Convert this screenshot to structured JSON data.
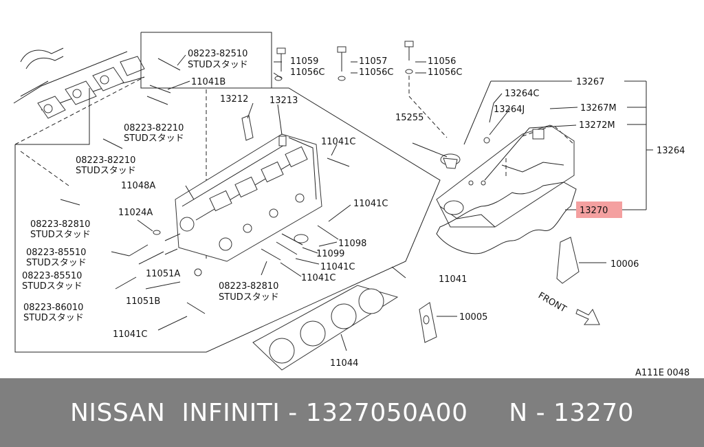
{
  "diagram": {
    "code": "A111E 0048",
    "front_label": "FRONT",
    "highlight_color": "#f4a0a0",
    "labels": {
      "l_08223_82510": "08223-82510",
      "l_stud1": "STUDスタッド",
      "l_11041B": "11041B",
      "l_08223_82210a": "08223-82210",
      "l_stud2": "STUDスタッド",
      "l_08223_82210b": "08223-82210",
      "l_stud3": "STUDスタッド",
      "l_08223_82810a": "08223-82810",
      "l_stud4": "STUDスタッド",
      "l_08223_85510a": "08223-85510",
      "l_stud5": "STUDスタッド",
      "l_08223_85510b": "08223-85510",
      "l_stud6": "STUDスタッド",
      "l_08223_86010": "08223-86010",
      "l_stud7": "STUDスタッド",
      "l_11041C_a": "11041C",
      "l_11051B": "11051B",
      "l_11051A": "11051A",
      "l_11024A": "11024A",
      "l_11048A": "11048A",
      "l_13212": "13212",
      "l_13213": "13213",
      "l_11059": "11059",
      "l_11056C_a": "11056C",
      "l_11057": "11057",
      "l_11056C_b": "11056C",
      "l_11056": "11056",
      "l_11056C_c": "11056C",
      "l_15255": "15255",
      "l_11041C_b": "11041C",
      "l_11041C_c": "11041C",
      "l_11098": "11098",
      "l_11099": "11099",
      "l_11041C_d": "11041C",
      "l_11041C_e": "11041C",
      "l_08223_82810b": "08223-82810",
      "l_stud8": "STUDスタッド",
      "l_11041": "11041",
      "l_11044": "11044",
      "l_10005": "10005",
      "l_10006": "10006",
      "l_13267": "13267",
      "l_13264C": "13264C",
      "l_13264J": "13264J",
      "l_13267M": "13267M",
      "l_13272M": "13272M",
      "l_13264": "13264",
      "l_13270": "13270"
    }
  },
  "footer": {
    "text": "NISSAN  INFINITI - 1327050A00     N - 13270"
  }
}
